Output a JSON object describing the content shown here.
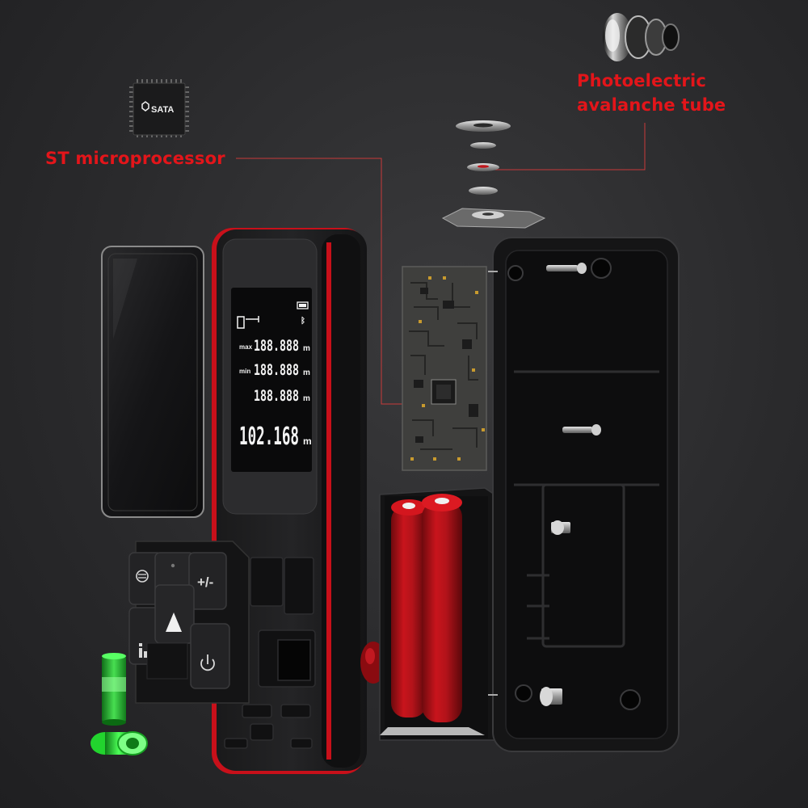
{
  "labels": {
    "microprocessor": "ST microprocessor",
    "tube_line1": "Photoelectric",
    "tube_line2": "avalanche tube"
  },
  "chip": {
    "brand": "SATA"
  },
  "display": {
    "max_label": "max",
    "min_label": "min",
    "row1": "188.888",
    "row2": "188.888",
    "row3": "188.888",
    "main": "102.168",
    "unit": "m"
  },
  "keys": {
    "plus_minus": "+/-",
    "measure_icon": "triangle-up-icon",
    "power_icon": "power-icon",
    "memory_icon": "memory-icon",
    "mode_icon": "mode-icon"
  },
  "colors": {
    "label_red": "#e3151a",
    "body_red": "#c8101a",
    "battery_red": "#b3131a",
    "level_green": "#2cff3a"
  }
}
